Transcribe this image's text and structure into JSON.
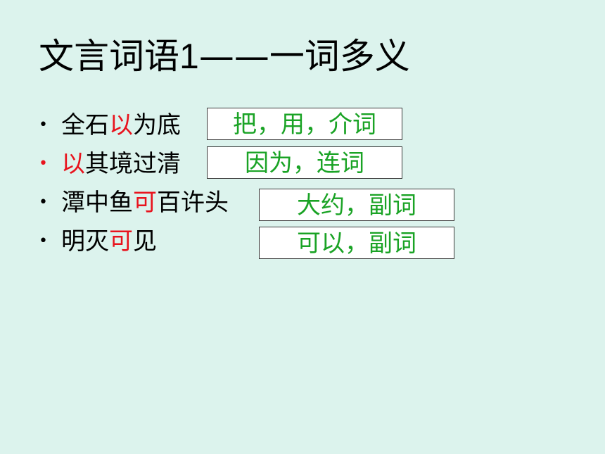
{
  "slide": {
    "title_prefix": "文言词语",
    "title_number": "1",
    "title_suffix": "——一词多义"
  },
  "bullet_symbol": "•",
  "items": [
    {
      "pre": "全石",
      "highlight": "以",
      "post": "为底",
      "answer": "把，用，介词"
    },
    {
      "pre": "",
      "highlight": "以",
      "post": "其境过清",
      "answer": "因为，连词"
    },
    {
      "pre": "潭中鱼",
      "highlight": "可",
      "post": "百许头",
      "answer": "大约，副词"
    },
    {
      "pre": "明灭",
      "highlight": "可",
      "post": "见",
      "answer": "可以，副词"
    }
  ],
  "colors": {
    "background": "#dcf3ed",
    "highlight": "#e8131d",
    "answer_text": "#1aa325",
    "answer_border": "#3a3a3a",
    "answer_bg": "#ffffff"
  }
}
